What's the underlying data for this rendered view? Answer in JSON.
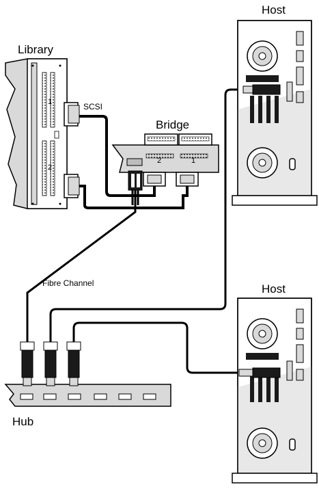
{
  "labels": {
    "library": "Library",
    "scsi": "SCSI",
    "bridge": "Bridge",
    "host_top": "Host",
    "host_bottom": "Host",
    "fibre_channel": "Fibre Channel",
    "hub": "Hub",
    "library_port_1": "1",
    "library_port_2": "2",
    "bridge_port_2": "2",
    "bridge_port_1": "1"
  },
  "colors": {
    "line": "#000000",
    "panel_fill": "#d9d9d9",
    "host_fill": "#ffffff",
    "host_shade": "#e8e8e8",
    "dark": "#1a1a1a"
  }
}
